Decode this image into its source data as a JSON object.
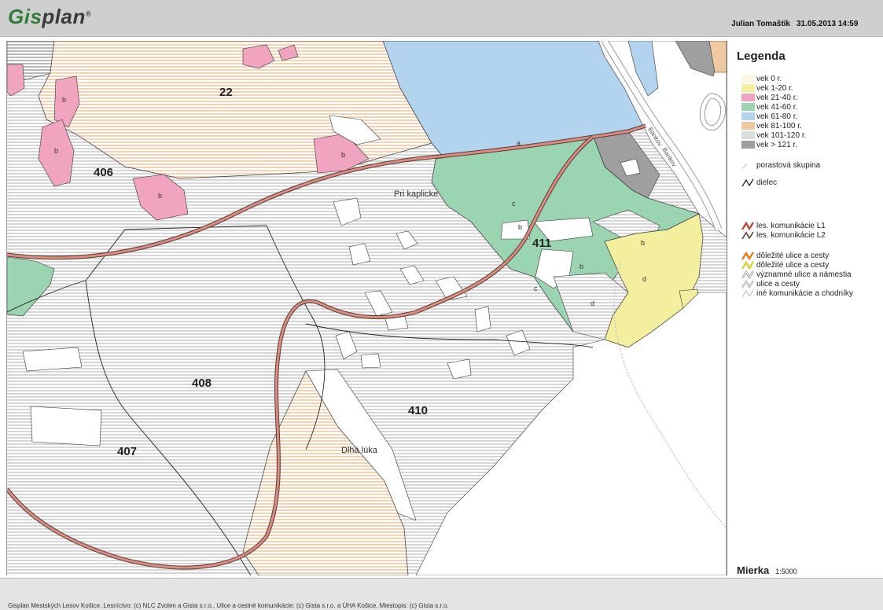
{
  "header": {
    "logo_primary": "Gis",
    "logo_secondary": "plan",
    "logo_mark": "®",
    "user": "Julian Tomaštík",
    "datetime": "31.05.2013 14:59"
  },
  "legend": {
    "title": "Legenda",
    "age_classes": [
      {
        "label": "vek 0 r.",
        "color": "#fbf7e3"
      },
      {
        "label": "vek 1-20 r.",
        "color": "#f3ef9f"
      },
      {
        "label": "vek 21-40 r.",
        "color": "#f1a4bf"
      },
      {
        "label": "vek 41-60 r.",
        "color": "#9bd4b0"
      },
      {
        "label": "vek 61-80 r.",
        "color": "#b2d4ef"
      },
      {
        "label": "vek 81-100 r.",
        "color": "#efc9a1"
      },
      {
        "label": "vek 101-120 r.",
        "color": "#dcdcdc"
      },
      {
        "label": "vek > 121 r.",
        "color": "#9f9f9f"
      }
    ],
    "porastova_skupina": "porastová skupina",
    "dielec": "dielec",
    "roads": [
      {
        "label": "les. komunikácie L1",
        "color": "#b84b38"
      },
      {
        "label": "les. komunikácie L2",
        "color": "#5b3a35"
      },
      {
        "label": "dôležité ulice a cesty",
        "color": "#e07b1e"
      },
      {
        "label": "dôležité ulice a cesty",
        "color": "#d7cf2c"
      },
      {
        "label": "významné ulice a námestia",
        "color": "#8a8a8a"
      },
      {
        "label": "ulice a cesty",
        "color": "#8a8a8a"
      },
      {
        "label": "iné komunikácie a chodníky",
        "color": "#bdbdbd"
      }
    ],
    "scale_title": "Mierka",
    "scale_value": "1:5000"
  },
  "map": {
    "labels": {
      "l22": "22",
      "l406": "406",
      "l407": "407",
      "l408": "408",
      "l410": "410",
      "l411": "411",
      "place_prikaplicke": "Pri kaplicke",
      "place_dlha_luka": "Dlhá lúka",
      "street": "Bankov"
    },
    "groups": {
      "a": "a",
      "b": "b",
      "c": "c",
      "d": "d"
    }
  },
  "footer": {
    "text": "Gisplan Mestských Lesov Košice, Lesníctvo: (c) NLC Zvolen a Gista s.r.o., Ulice a cestné komunikácie: (c) Gista s.r.o. a ÚHA Košice, Miestopis: (c) Gista s.r.o."
  }
}
